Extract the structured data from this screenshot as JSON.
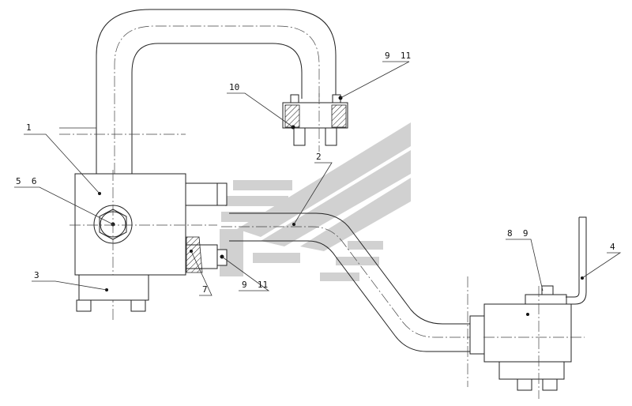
{
  "drawing": {
    "callouts": [
      {
        "id": "c1",
        "label": "1"
      },
      {
        "id": "c2",
        "label": "2"
      },
      {
        "id": "c3",
        "label": "3"
      },
      {
        "id": "c4",
        "label": "4"
      },
      {
        "id": "c7",
        "label": "7"
      },
      {
        "id": "c10",
        "label": "10"
      },
      {
        "id": "c56",
        "label": "5  6"
      },
      {
        "id": "c89",
        "label": "8  9"
      },
      {
        "id": "c911a",
        "label": "9  11"
      },
      {
        "id": "c911b",
        "label": "9  11"
      }
    ],
    "colors": {
      "line": "#222222",
      "watermark": "#c8c8c8"
    }
  }
}
